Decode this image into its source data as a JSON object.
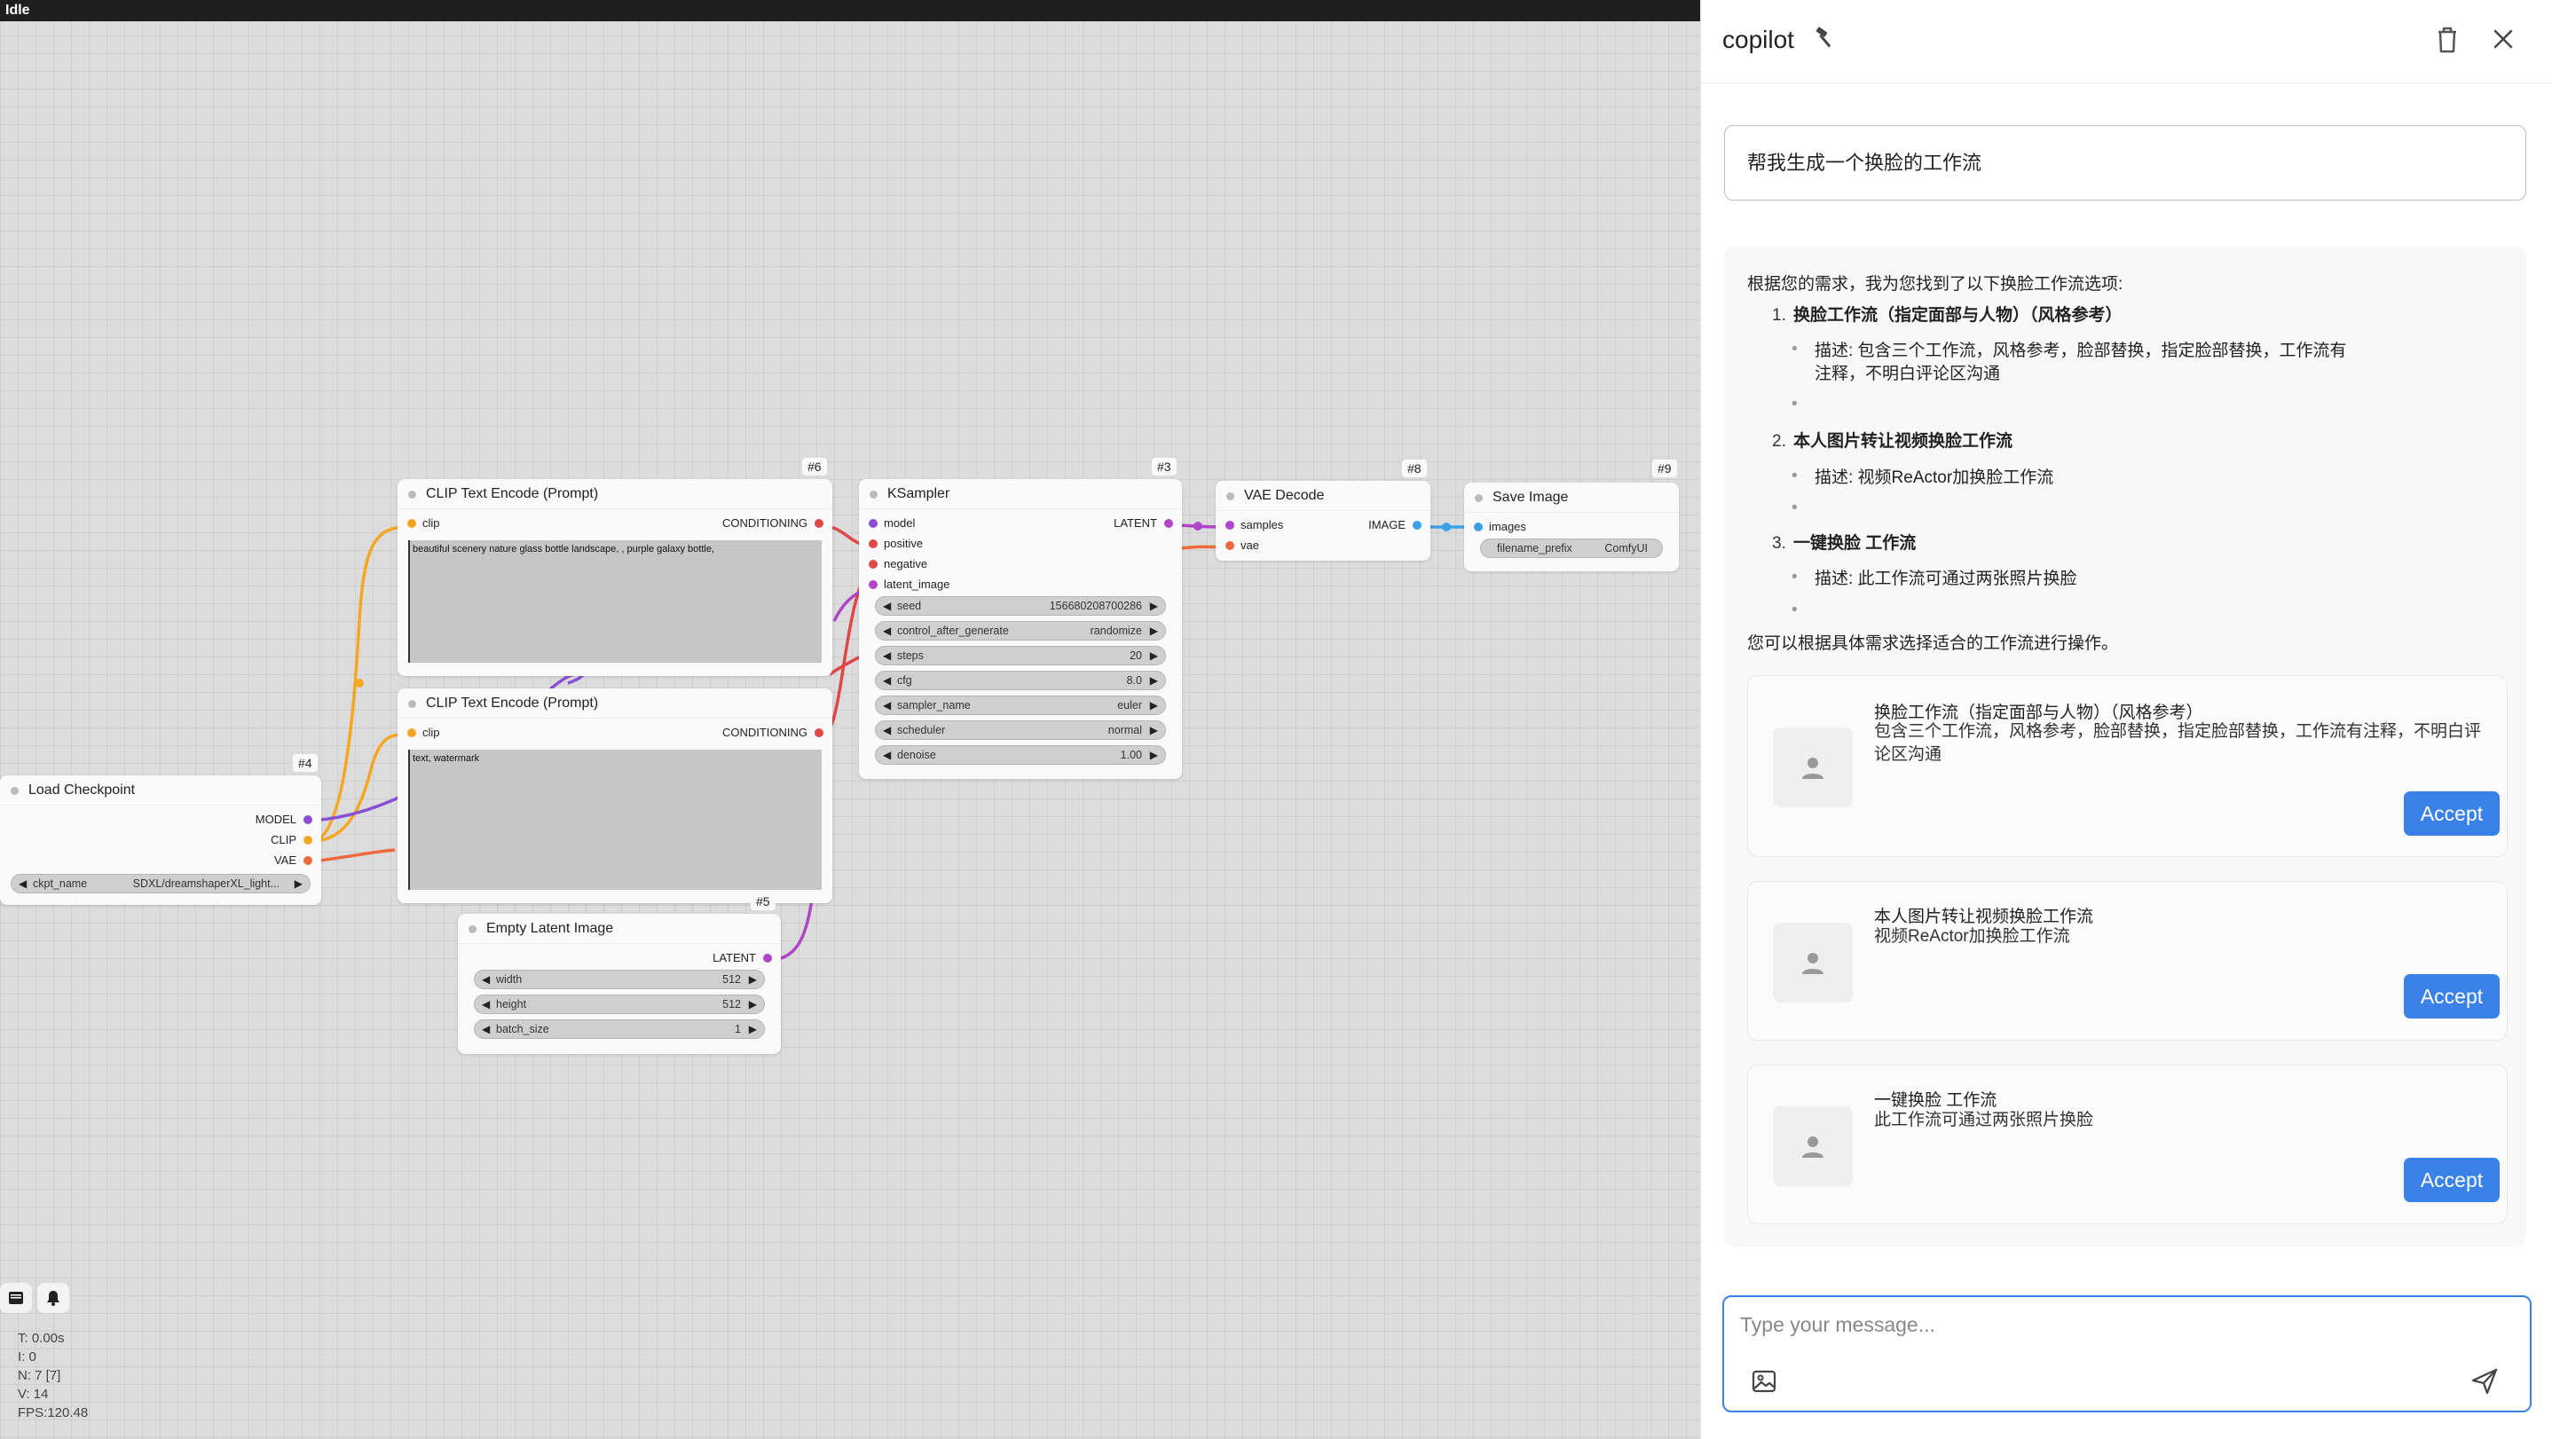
{
  "canvas": {
    "status": "Idle",
    "stats": [
      "T: 0.00s",
      "I: 0",
      "N: 7 [7]",
      "V: 14",
      "FPS:120.48"
    ]
  },
  "nodes": {
    "clip1": {
      "id": "#6",
      "title": "CLIP Text Encode (Prompt)",
      "input": "clip",
      "output": "CONDITIONING",
      "text": "beautiful scenery nature glass bottle landscape, , purple galaxy bottle,"
    },
    "clip2": {
      "id": "",
      "title": "CLIP Text Encode (Prompt)",
      "input": "clip",
      "output": "CONDITIONING",
      "text": "text, watermark"
    },
    "ksampler": {
      "id": "#3",
      "title": "KSampler",
      "inputs": [
        "model",
        "positive",
        "negative",
        "latent_image"
      ],
      "output": "LATENT",
      "widgets": [
        {
          "label": "seed",
          "value": "156680208700286"
        },
        {
          "label": "control_after_generate",
          "value": "randomize"
        },
        {
          "label": "steps",
          "value": "20"
        },
        {
          "label": "cfg",
          "value": "8.0"
        },
        {
          "label": "sampler_name",
          "value": "euler"
        },
        {
          "label": "scheduler",
          "value": "normal"
        },
        {
          "label": "denoise",
          "value": "1.00"
        }
      ]
    },
    "vae_decode": {
      "id": "#8",
      "title": "VAE Decode",
      "inputs": [
        "samples",
        "vae"
      ],
      "output": "IMAGE"
    },
    "save_image": {
      "id": "#9",
      "title": "Save Image",
      "input": "images",
      "widget": {
        "label": "filename_prefix",
        "value": "ComfyUI"
      }
    },
    "load_checkpoint": {
      "id": "#4",
      "title": "Load Checkpoint",
      "outputs": [
        "MODEL",
        "CLIP",
        "VAE"
      ],
      "widget": {
        "label": "ckpt_name",
        "value": "SDXL/dreamshaperXL_light..."
      }
    },
    "empty_latent": {
      "id": "#5",
      "title": "Empty Latent Image",
      "output": "LATENT",
      "widgets": [
        {
          "label": "width",
          "value": "512"
        },
        {
          "label": "height",
          "value": "512"
        },
        {
          "label": "batch_size",
          "value": "1"
        }
      ]
    }
  },
  "copilot": {
    "title": "copilot",
    "user_message": "帮我生成一个换脸的工作流",
    "ai_intro": "根据您的需求，我为您找到了以下换脸工作流选项:",
    "ai_items": [
      {
        "num": "1.",
        "title": "换脸工作流（指定面部与人物）（风格参考）",
        "desc_line1": "描述: 包含三个工作流，风格参考，脸部替换，指定脸部替换，工作流有",
        "desc_line2": "注释，不明白评论区沟通"
      },
      {
        "num": "2.",
        "title": "本人图片转让视频换脸工作流",
        "desc_line1": "描述: 视频ReActor加换脸工作流",
        "desc_line2": ""
      },
      {
        "num": "3.",
        "title": "一键换脸 工作流",
        "desc_line1": "描述: 此工作流可通过两张照片换脸",
        "desc_line2": ""
      }
    ],
    "bullet": "•",
    "ai_outro": "您可以根据具体需求选择适合的工作流进行操作。",
    "cards": [
      {
        "title": "换脸工作流（指定面部与人物）（风格参考）",
        "desc": "包含三个工作流，风格参考，脸部替换，指定脸部替换，工作流有注释，不明白评论区沟通",
        "button": "Accept"
      },
      {
        "title": "本人图片转让视频换脸工作流",
        "desc": "视频ReActor加换脸工作流",
        "button": "Accept"
      },
      {
        "title": "一键换脸 工作流",
        "desc": "此工作流可通过两张照片换脸",
        "button": "Accept"
      }
    ],
    "input_placeholder": "Type your message..."
  },
  "colors": {
    "clip": "#f5a623",
    "model": "#8b4fd6",
    "vae": "#ef6a3a",
    "conditioning": "#e04747",
    "latent": "#b045c8",
    "image": "#3aa0e8",
    "accent": "#3b82e8"
  }
}
